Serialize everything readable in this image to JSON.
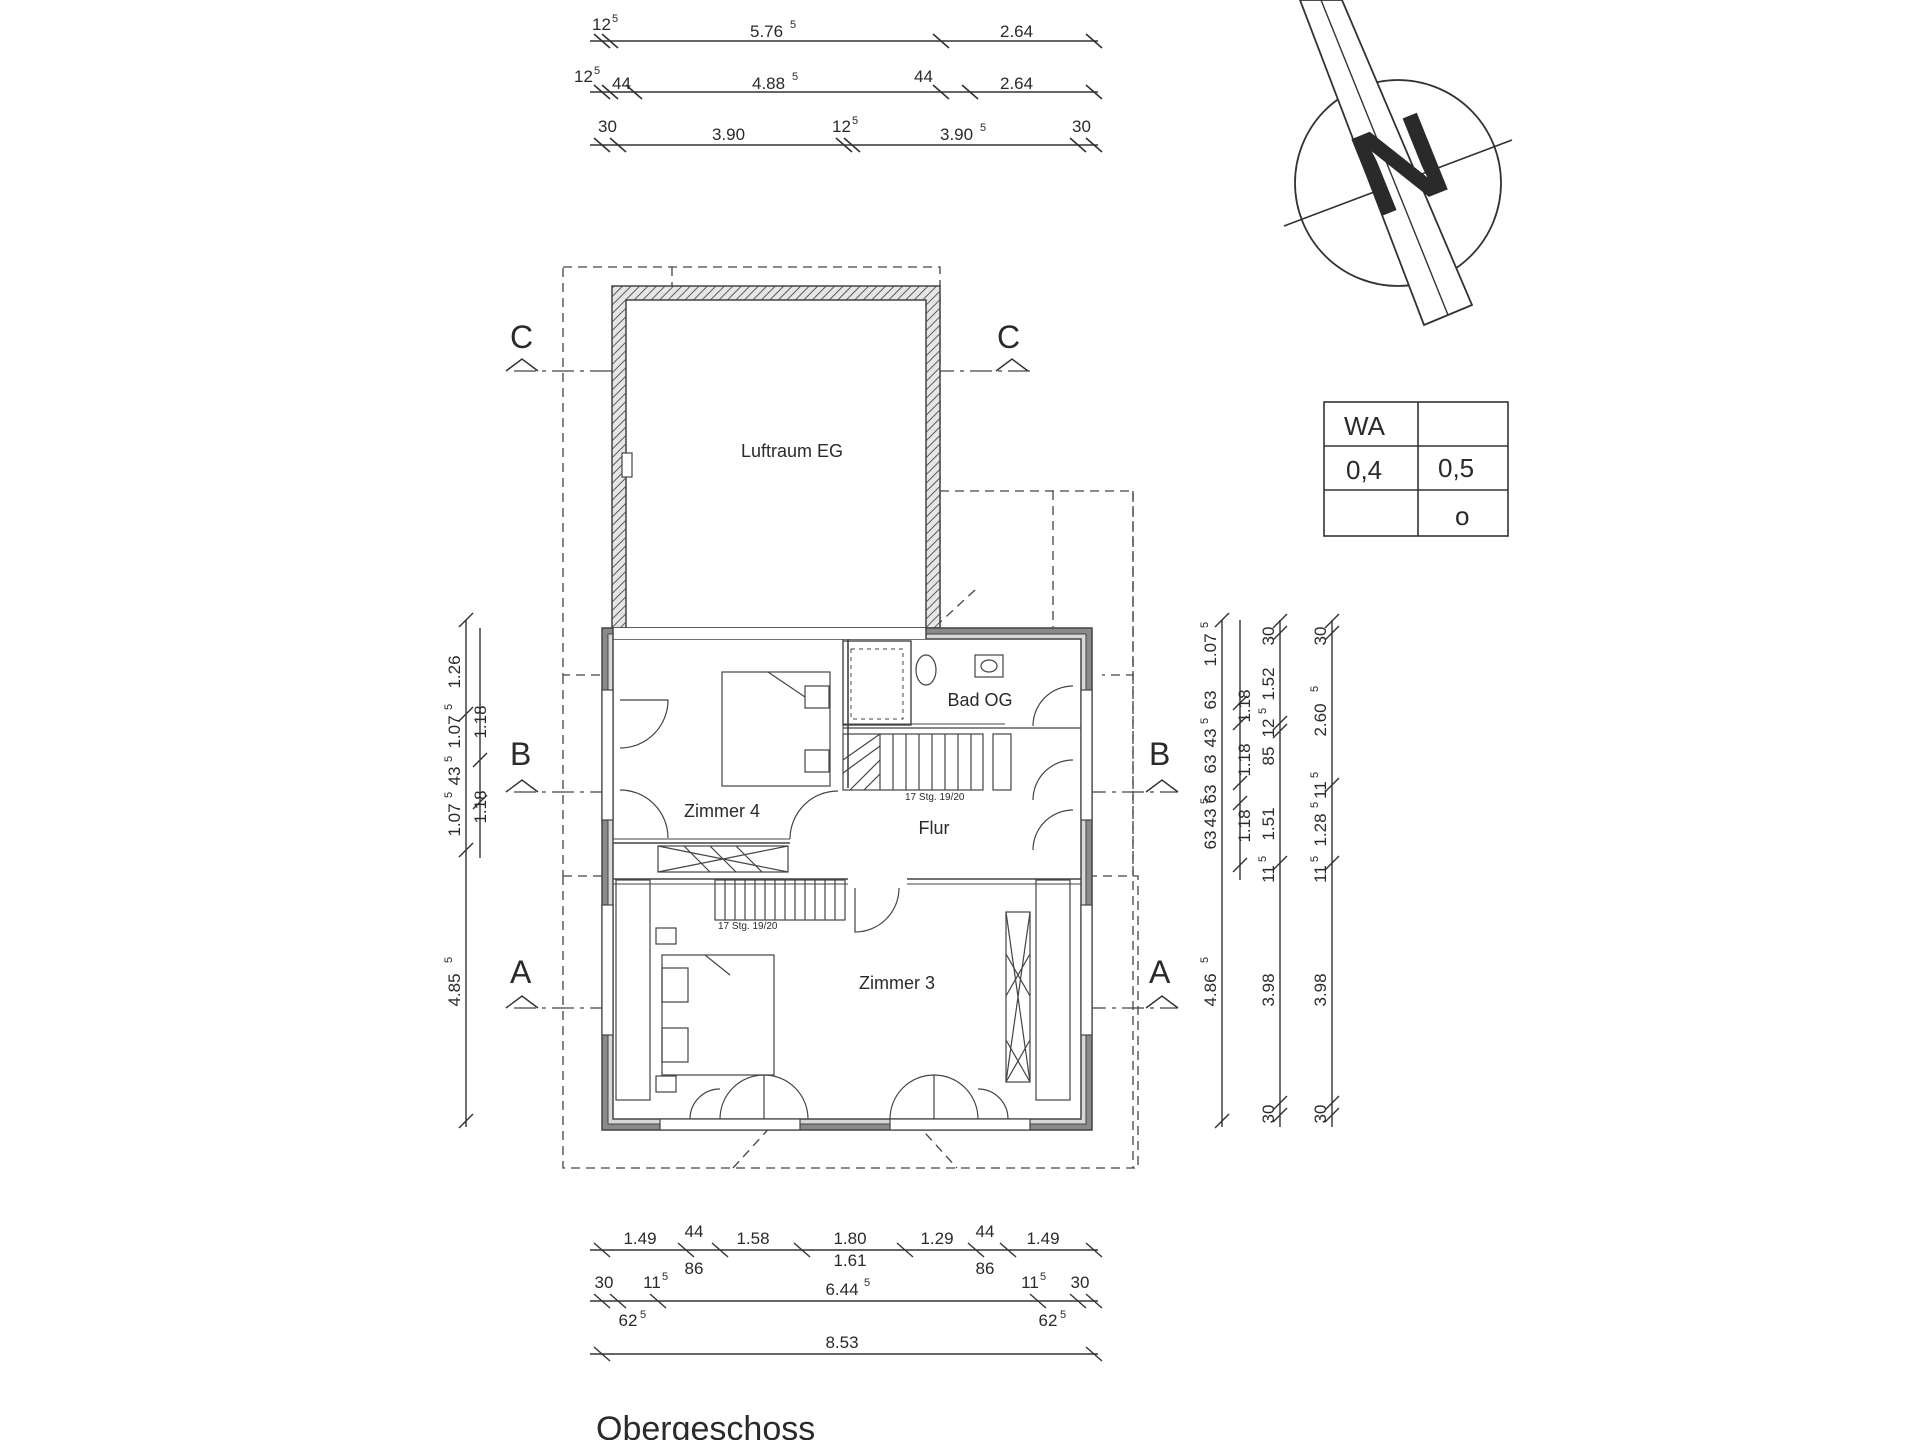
{
  "title": "Obergeschoss",
  "rooms": {
    "luftraum": "Luftraum EG",
    "bad": "Bad OG",
    "zimmer4": "Zimmer 4",
    "flur": "Flur",
    "zimmer3": "Zimmer 3"
  },
  "stairs": {
    "upper_note": "17 Stg. 19/20",
    "lower_note": "17 Stg. 19/20"
  },
  "sections": {
    "a": "A",
    "b": "B",
    "c": "C"
  },
  "compass": {
    "label": "N"
  },
  "zoning_table": {
    "zone": "WA",
    "grz": "0,4",
    "gfz": "0,5",
    "mode": "o"
  },
  "top_dims": {
    "row1": {
      "a": "12",
      "a_sup": "5",
      "b": "5.76",
      "b_sup": "5",
      "c": "2.64"
    },
    "row2": {
      "a": "12",
      "a_sup": "5",
      "b": "44",
      "c": "4.88",
      "c_sup": "5",
      "d": "44",
      "e": "2.64"
    },
    "row3": {
      "a": "30",
      "b": "3.90",
      "c": "12",
      "c_sup": "5",
      "d": "3.90",
      "d_sup": "5",
      "e": "30"
    }
  },
  "bottom_dims": {
    "row1": [
      "1.49",
      "44",
      "1.58",
      "1.80",
      "1.29",
      "44",
      "1.49"
    ],
    "row1_sub": [
      "86",
      "1.61",
      "86"
    ],
    "row2": {
      "a": "30",
      "b": "11",
      "b_sup": "5",
      "c": "6.44",
      "c_sup": "5",
      "d": "11",
      "d_sup": "5",
      "e": "30"
    },
    "row2_sub": {
      "a": "62",
      "a_sup": "5",
      "b": "62",
      "b_sup": "5"
    },
    "row3": "8.53"
  },
  "left_dims": {
    "outer": {
      "a": "1.26",
      "b": "1.18",
      "c": "1.18",
      "d": "4.85",
      "d_sup": "5"
    },
    "inner": {
      "a": "1.07",
      "a_sup": "5",
      "b": "43",
      "b_sup": "5",
      "c": "1.07",
      "c_sup": "5"
    }
  },
  "right_dims": {
    "col1": {
      "a": "1.07",
      "a_sup": "5",
      "b": "63",
      "c": "43",
      "c_sup": "5",
      "d": "63",
      "e": "63",
      "f": "43",
      "f_sup": "5",
      "g": "63",
      "h": "4.86",
      "h_sup": "5"
    },
    "col2": {
      "a": "1.18",
      "b": "1.18",
      "c": "1.18"
    },
    "col3": {
      "a": "30",
      "b": "1.52",
      "c": "12",
      "c_sup": "5",
      "d": "85",
      "e": "1.51",
      "f": "11",
      "f_sup": "5",
      "g": "3.98",
      "h": "30"
    },
    "col4": {
      "a": "30",
      "b": "2.60",
      "b_sup": "5",
      "c": "11",
      "c_sup": "5",
      "d": "1.28",
      "d_sup": "5",
      "e": "11",
      "e_sup": "5",
      "f": "3.98",
      "g": "30"
    }
  }
}
